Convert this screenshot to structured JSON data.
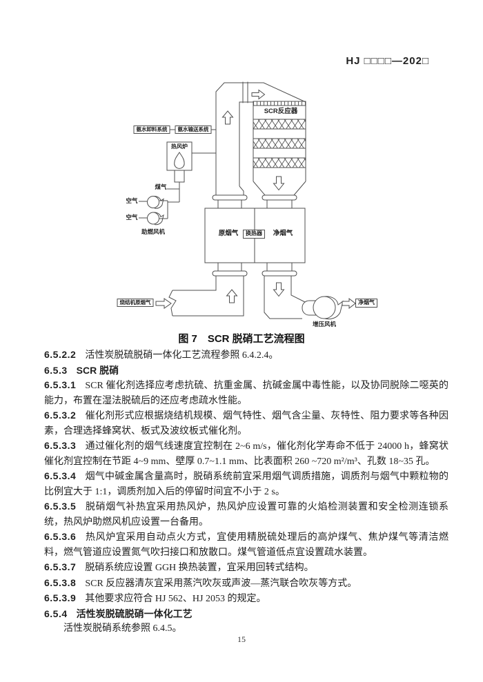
{
  "page": {
    "header": "HJ □□□□—202□",
    "page_number": "15"
  },
  "figure": {
    "caption": "图 7　SCR 脱硝工艺流程图",
    "labels": {
      "ammonia_unloading": "氨水卸料系统",
      "ammonia_transport": "氨水输送系统",
      "hot_blast_furnace": "热风炉",
      "coal_gas": "煤气",
      "air_1": "空气",
      "air_2": "空气",
      "combustion_fan": "助燃风机",
      "scr_reactor": "SCR反应器",
      "raw_flue_gas": "原烟气",
      "heat_exchanger": "换热器",
      "clean_flue_gas": "净烟气",
      "sinter_flue_gas": "烧结机原烟气",
      "booster_fan": "增压风机",
      "clean_flue_gas_out": "净烟气"
    }
  },
  "clauses": [
    {
      "num": "6.5.2.2",
      "text": "活性炭脱硫脱硝一体化工艺流程参照 6.4.2.4。"
    },
    {
      "num": "6.5.3",
      "text": "SCR 脱硝"
    },
    {
      "num": "6.5.3.1",
      "text": "SCR 催化剂选择应考虑抗硫、抗重金属、抗碱金属中毒性能，以及协同脱除二噁英的能力，布置在湿法脱硫后的还应考虑疏水性能。"
    },
    {
      "num": "6.5.3.2",
      "text": "催化剂形式应根据烧结机规模、烟气特性、烟气含尘量、灰特性、阻力要求等各种因素，合理选择蜂窝状、板式及波纹板式催化剂。"
    },
    {
      "num": "6.5.3.3",
      "text": "通过催化剂的烟气线速度宜控制在 2~6 m/s，催化剂化学寿命不低于 24000 h，蜂窝状催化剂宜控制在节距 4~9 mm、壁厚 0.7~1.1 mm、比表面积 260 ~720 m²/m³、孔数 18~35 孔。"
    },
    {
      "num": "6.5.3.4",
      "text": "烟气中碱金属含量高时，脱硝系统前宜采用烟气调质措施，调质剂与烟气中颗粒物的比例宜大于 1:1，调质剂加入后的停留时间宜不小于 2 s。"
    },
    {
      "num": "6.5.3.5",
      "text": "脱硝烟气补热宜采用热风炉，热风炉应设置可靠的火焰检测装置和安全检测连锁系统，热风炉助燃风机应设置一台备用。"
    },
    {
      "num": "6.5.3.6",
      "text": "热风炉宜采用自动点火方式，宜使用精脱硫处理后的高炉煤气、焦炉煤气等清洁燃料，燃气管道应设置氮气吹扫接口和放散口。煤气管道低点宜设置疏水装置。"
    },
    {
      "num": "6.5.3.7",
      "text": "脱硝系统应设置 GGH 换热装置，宜采用回转式结构。"
    },
    {
      "num": "6.5.3.8",
      "text": "SCR 反应器清灰宜采用蒸汽吹灰或声波—蒸汽联合吹灰等方式。"
    },
    {
      "num": "6.5.3.9",
      "text": "其他要求应符合 HJ 562、HJ 2053 的规定。"
    },
    {
      "num": "6.5.4",
      "text": "活性炭脱硫脱硝一体化工艺"
    },
    {
      "text": "活性炭脱硝系统参照 6.4.5。"
    }
  ]
}
